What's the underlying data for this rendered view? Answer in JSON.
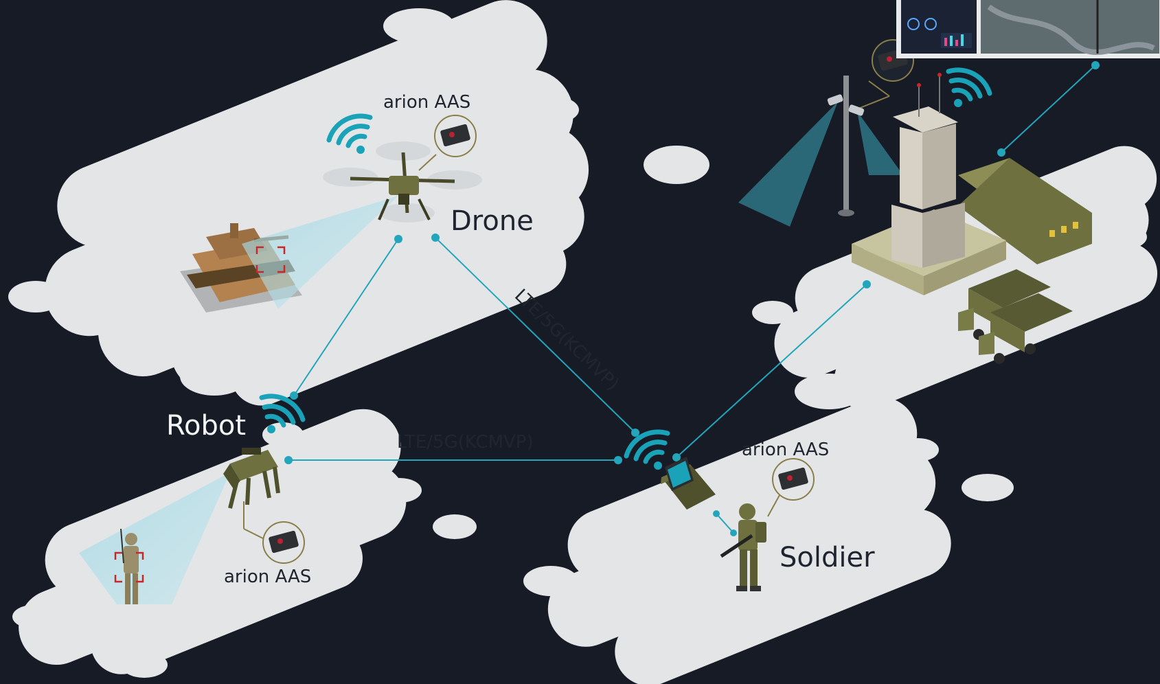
{
  "nodes": {
    "drone": {
      "label": "Drone",
      "aas": "arion AAS"
    },
    "robot": {
      "label": "Robot",
      "aas": "arion AAS"
    },
    "soldier": {
      "label": "Soldier",
      "aas": "arion AAS"
    }
  },
  "links": {
    "drone_soldier": "LTE/5G(KCMVP)",
    "robot_soldier": "LTE/5G(KCMVP)"
  },
  "colors": {
    "background": "#171b26",
    "cloud": "#e6e7e9",
    "accent": "#1aa3b8",
    "military": "#6b6d3e",
    "camera_cone": "#a9dbe6"
  }
}
